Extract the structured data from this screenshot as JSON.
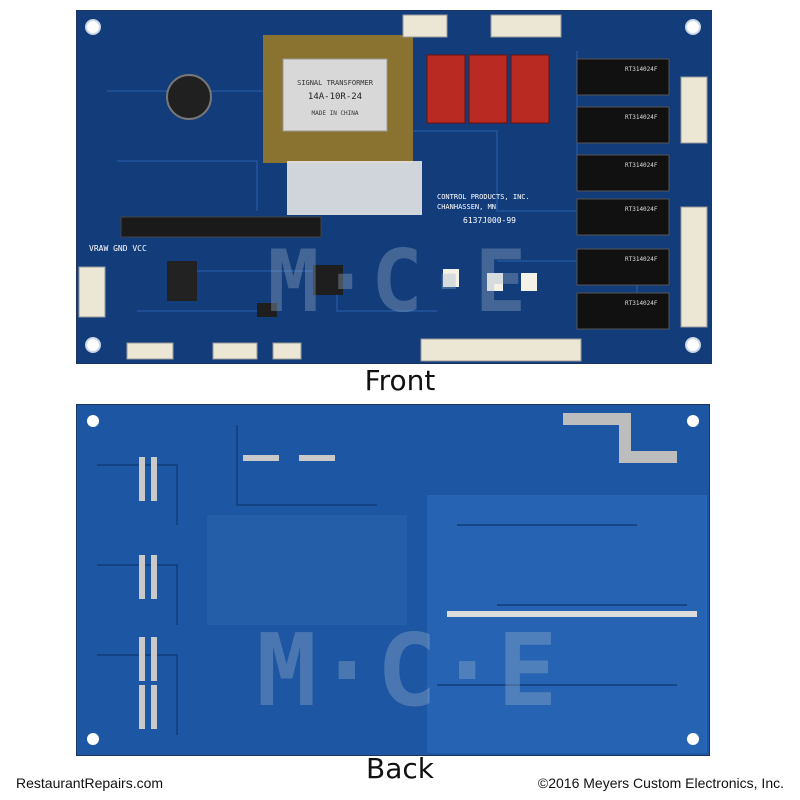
{
  "captions": {
    "front": "Front",
    "back": "Back"
  },
  "footer": {
    "left": "RestaurantRepairs.com",
    "right": "©2016 Meyers Custom Electronics, Inc."
  },
  "board": {
    "transformer_label": "SIGNAL TRANSFORMER",
    "transformer_part": "14A-10R-24",
    "transformer_origin": "MADE IN CHINA",
    "manufacturer": "CONTROL PRODUCTS, INC.",
    "manufacturer_city": "CHANHASSEN, MN",
    "part_number": "6137J000-99",
    "header_label": "VRAW GND VCC",
    "relay_label": "RT314024F",
    "watermark": "M-C-E"
  },
  "colors": {
    "front_board": "#123c7a",
    "back_board": "#1d56a3",
    "watermark": "#9fb6cf"
  }
}
